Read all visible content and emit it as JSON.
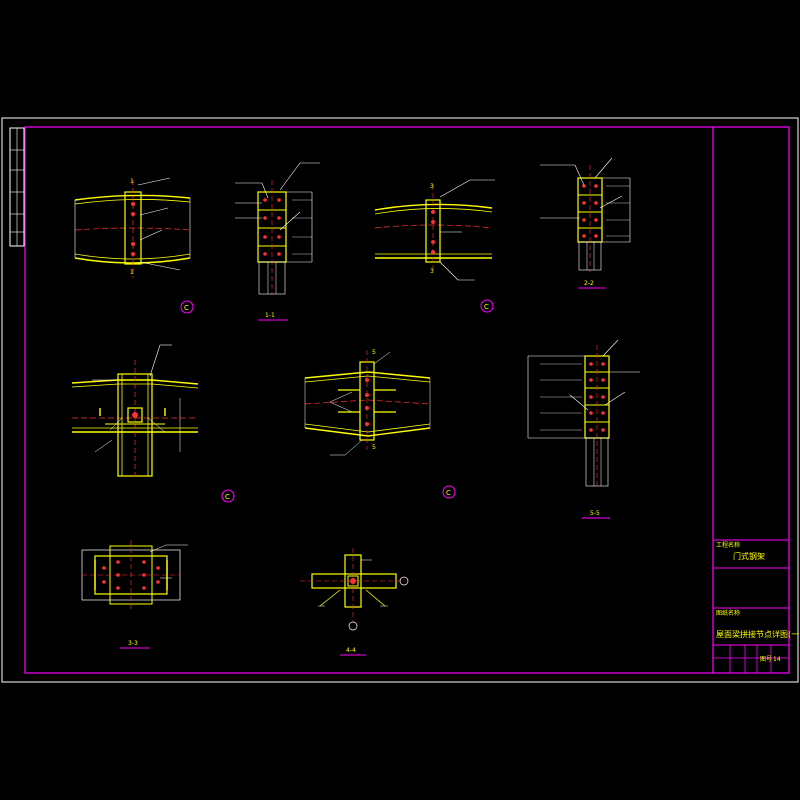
{
  "colors": {
    "background": "#000000",
    "frame": "#ff00ff",
    "outer_frame": "#ffffff",
    "beam": "#ffff00",
    "plate": "#ffff00",
    "centerline": "#ff3030",
    "dimension": "#ffffff",
    "bolt": "#ff3030",
    "text": "#ffff00",
    "label": "#ff00ff"
  },
  "title_block": {
    "project_label": "工程名称",
    "project_name": "门式钢架",
    "drawing_label": "图纸名称",
    "drawing_title": "屋面梁拼接节点详图(一)",
    "sheet_fields": [
      "图号",
      "14"
    ]
  },
  "details": {
    "d1": {
      "marker": "C"
    },
    "d2": {
      "caption": "1-1"
    },
    "d3": {
      "marker": "C"
    },
    "d4": {
      "caption": "2-2"
    },
    "d5": {
      "marker": "C"
    },
    "d6": {
      "marker": "C"
    },
    "d7": {
      "caption": "5-5"
    },
    "d8": {
      "caption": "3-3"
    },
    "d9": {
      "caption": "4-4"
    }
  },
  "section_marks": {
    "m1": "1",
    "m3": "3",
    "m5": "5"
  }
}
